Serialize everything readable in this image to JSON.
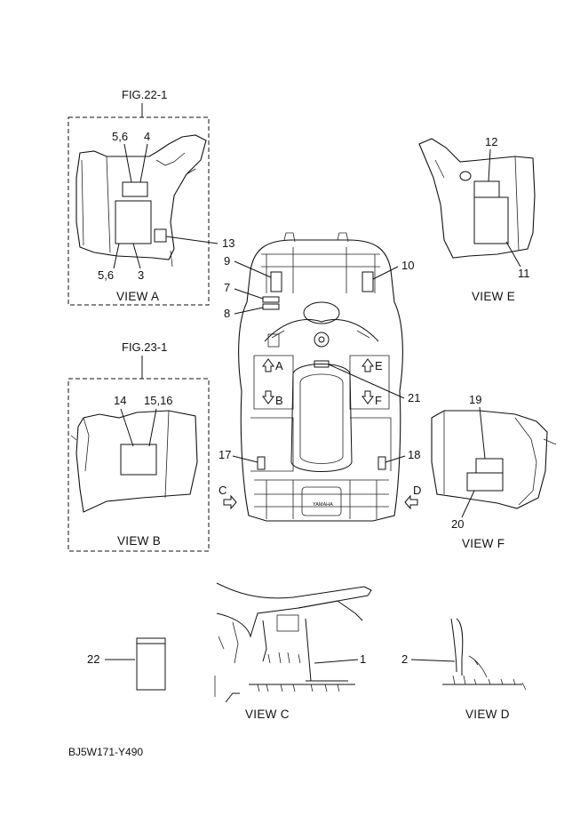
{
  "figures": {
    "fig22": "FIG.22-1",
    "fig23": "FIG.23-1"
  },
  "views": {
    "a": "VIEW A",
    "b": "VIEW B",
    "c": "VIEW C",
    "d": "VIEW D",
    "e": "VIEW E",
    "f": "VIEW F"
  },
  "callouts": {
    "n1": "1",
    "n2": "2",
    "n3": "3",
    "n4": "4",
    "n56a": "5,6",
    "n56b": "5,6",
    "n7": "7",
    "n8": "8",
    "n9": "9",
    "n10": "10",
    "n11": "11",
    "n12": "12",
    "n13": "13",
    "n14": "14",
    "n1516": "15,16",
    "n17": "17",
    "n18": "18",
    "n19": "19",
    "n20": "20",
    "n21": "21",
    "n22": "22"
  },
  "arrows": {
    "a": "A",
    "b": "B",
    "c": "C",
    "d": "D",
    "e": "E",
    "f": "F"
  },
  "brand": "YAMAHA",
  "part_code": "BJ5W171-Y490"
}
